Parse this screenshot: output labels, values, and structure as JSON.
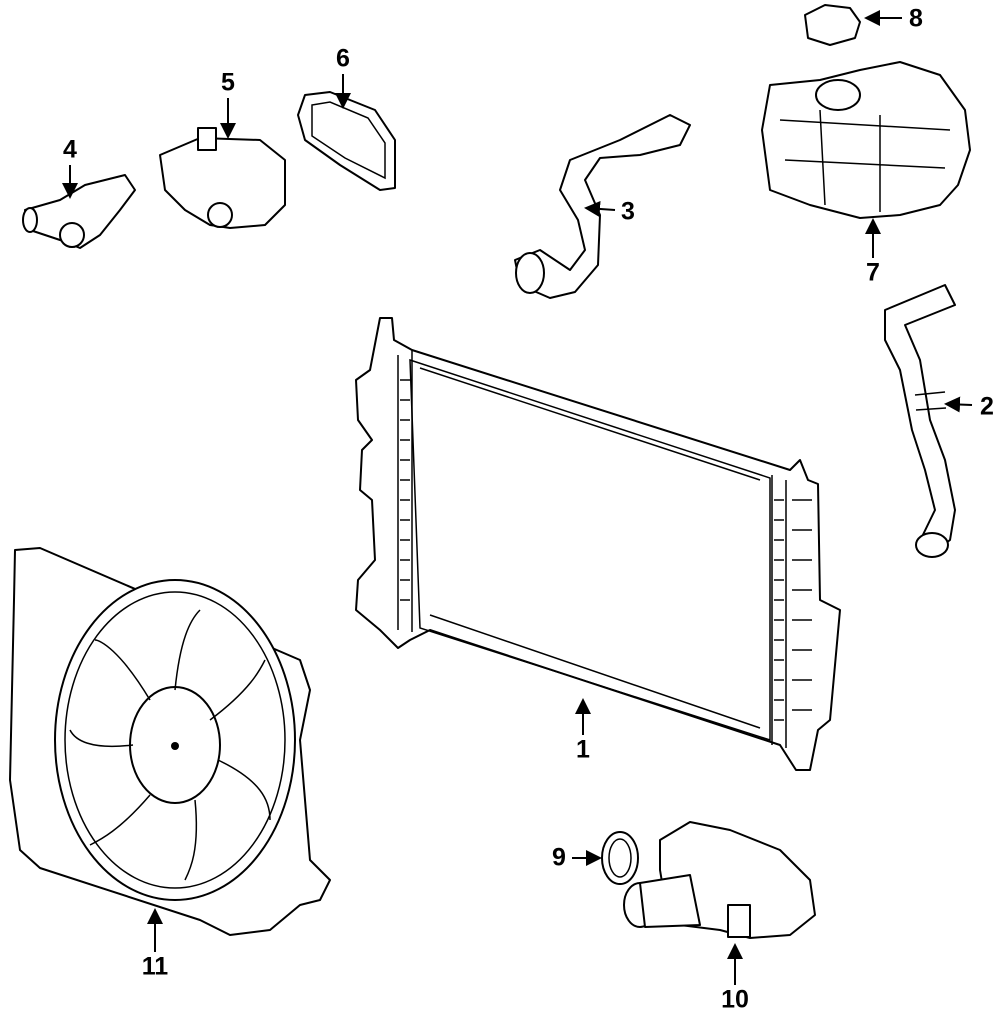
{
  "callouts": [
    {
      "number": "1",
      "part": "radiator"
    },
    {
      "number": "2",
      "part": "lower-hose"
    },
    {
      "number": "3",
      "part": "upper-hose"
    },
    {
      "number": "4",
      "part": "outlet-housing"
    },
    {
      "number": "5",
      "part": "thermostat-housing"
    },
    {
      "number": "6",
      "part": "gasket"
    },
    {
      "number": "7",
      "part": "reservoir"
    },
    {
      "number": "8",
      "part": "reservoir-cap"
    },
    {
      "number": "9",
      "part": "seal-ring"
    },
    {
      "number": "10",
      "part": "water-pump"
    },
    {
      "number": "11",
      "part": "fan-assembly"
    }
  ]
}
